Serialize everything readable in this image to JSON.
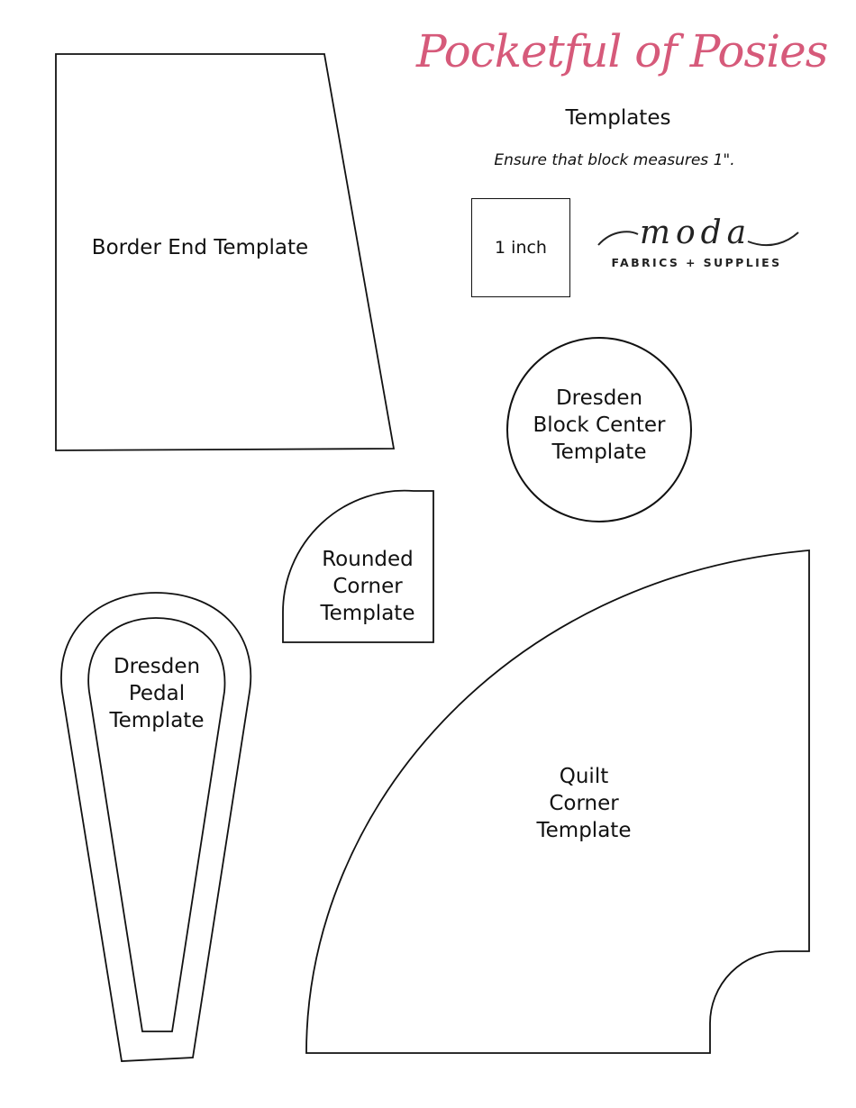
{
  "header": {
    "title": "Pocketful of Posies",
    "subtitle": "Templates",
    "note": "Ensure that block measures 1\".",
    "title_color": "#d65a7a"
  },
  "scale_box": {
    "label": "1 inch"
  },
  "logo": {
    "script": "moda",
    "tagline": "FABRICS + SUPPLIES"
  },
  "templates": {
    "border_end": {
      "lines": [
        "Border End Template"
      ]
    },
    "dresden_center": {
      "lines": [
        "Dresden",
        "Block Center",
        "Template"
      ]
    },
    "rounded_corner": {
      "lines": [
        "Rounded",
        "Corner",
        "Template"
      ]
    },
    "dresden_pedal": {
      "lines": [
        "Dresden",
        "Pedal",
        "Template"
      ]
    },
    "quilt_corner": {
      "lines": [
        "Quilt",
        "Corner",
        "Template"
      ]
    }
  }
}
